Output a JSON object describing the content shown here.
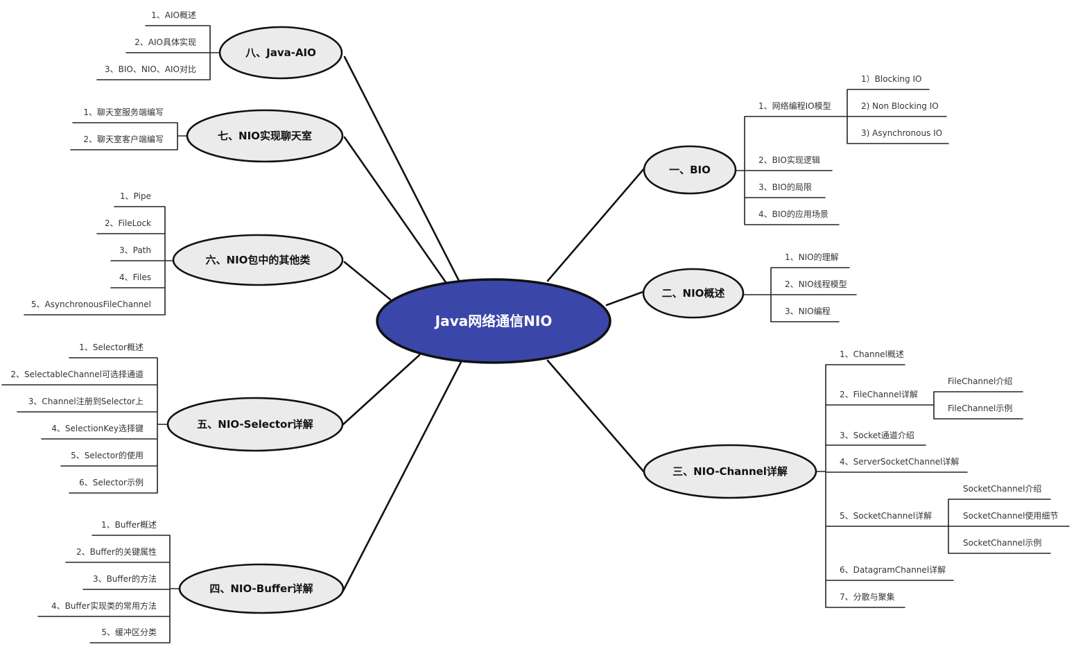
{
  "center": {
    "label": "Java网络通信NIO",
    "fill": "#3a47a8"
  },
  "branches": {
    "b1": {
      "label": "一、BIO",
      "items": {
        "i1": {
          "label": "1、网络编程IO模型",
          "items": {
            "s1": "1）Blocking IO",
            "s2": "2) Non Blocking IO",
            "s3": "3) Asynchronous IO"
          }
        },
        "i2": "2、BIO实现逻辑",
        "i3": "3、BIO的局限",
        "i4": "4、BIO的应用场景"
      }
    },
    "b2": {
      "label": "二、NIO概述",
      "items": {
        "i1": "1、NIO的理解",
        "i2": "2、NIO线程模型",
        "i3": "3、NIO编程"
      }
    },
    "b3": {
      "label": "三、NIO-Channel详解",
      "items": {
        "i1": "1、Channel概述",
        "i2": {
          "label": "2、FileChannel详解",
          "items": {
            "s1": "FileChannel介绍",
            "s2": "FileChannel示例"
          }
        },
        "i3": "3、Socket通道介绍",
        "i4": "4、ServerSocketChannel详解",
        "i5": {
          "label": "5、SocketChannel详解",
          "items": {
            "s1": "SocketChannel介绍",
            "s2": "SocketChannel使用细节",
            "s3": "SocketChannel示例"
          }
        },
        "i6": "6、DatagramChannel详解",
        "i7": "7、分散与聚集"
      }
    },
    "b4": {
      "label": "四、NIO-Buffer详解",
      "items": {
        "i1": "1、Buffer概述",
        "i2": "2、Buffer的关键属性",
        "i3": "3、Buffer的方法",
        "i4": "4、Buffer实现类的常用方法",
        "i5": "5、缓冲区分类"
      }
    },
    "b5": {
      "label": "五、NIO-Selector详解",
      "items": {
        "i1": "1、Selector概述",
        "i2": "2、SelectableChannel可选择通道",
        "i3": "3、Channel注册到Selector上",
        "i4": "4、SelectionKey选择键",
        "i5": "5、Selector的使用",
        "i6": "6、Selector示例"
      }
    },
    "b6": {
      "label": "六、NIO包中的其他类",
      "items": {
        "i1": "1、Pipe",
        "i2": "2、FileLock",
        "i3": "3、Path",
        "i4": "4、Files",
        "i5": "5、AsynchronousFileChannel"
      }
    },
    "b7": {
      "label": "七、NIO实现聊天室",
      "items": {
        "i1": "1、聊天室服务端编写",
        "i2": "2、聊天室客户端编写"
      }
    },
    "b8": {
      "label": "八、Java-AIO",
      "items": {
        "i1": "1、AIO概述",
        "i2": "2、AIO具体实现",
        "i3": "3、BIO、NIO、AIO对比"
      }
    }
  },
  "colors": {
    "branch_fill": "#ebebeb",
    "line": "#222222"
  }
}
